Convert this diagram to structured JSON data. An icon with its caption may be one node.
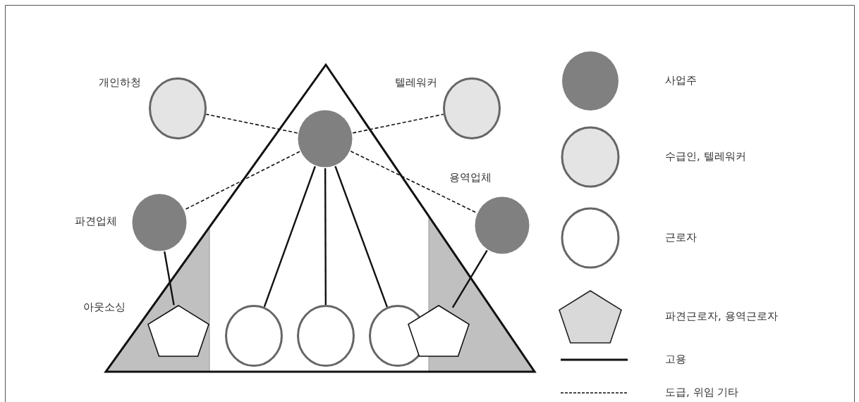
{
  "diagram": {
    "nodes": [
      {
        "text": [],
        "shape": "circle",
        "beside": [
          "개인하청"
        ]
      },
      {
        "text": [],
        "shape": "circle",
        "beside": [
          "텔레워커"
        ]
      },
      {
        "text": [],
        "shape": "circle"
      },
      {
        "text": [],
        "shape": "circle",
        "beside": [
          "파견업체"
        ]
      },
      {
        "text": [],
        "shape": "circle",
        "beside": [
          "용역업체"
        ]
      },
      {
        "text": [],
        "shape": "pentagon",
        "beside": [
          "아웃소싱"
        ]
      },
      {
        "text": [],
        "shape": "circle"
      },
      {
        "text": [],
        "shape": "circle"
      },
      {
        "text": [],
        "shape": "circle"
      },
      {
        "text": [],
        "shape": "pentagon"
      }
    ],
    "edges": [
      {
        "from": 2,
        "to": 0,
        "arrow": "none",
        "style": "dashed"
      },
      {
        "from": 2,
        "to": 1,
        "arrow": "none",
        "style": "dashed"
      },
      {
        "from": 2,
        "to": 3,
        "arrow": "none",
        "style": "dashed"
      },
      {
        "from": 2,
        "to": 4,
        "arrow": "none",
        "style": "dashed"
      },
      {
        "from": 2,
        "to": 6,
        "arrow": "none"
      },
      {
        "from": 2,
        "to": 7,
        "arrow": "none"
      },
      {
        "from": 2,
        "to": 8,
        "arrow": "none"
      },
      {
        "from": 3,
        "to": 5,
        "arrow": "none"
      },
      {
        "from": 4,
        "to": 9,
        "arrow": "none"
      }
    ],
    "legend": [
      {
        "text": "사업주",
        "color": "#808080"
      },
      {
        "text": "수급인, 텔레워커",
        "color": "#e4e4e4"
      },
      {
        "text": "근로자",
        "color": "#ffffff"
      },
      {
        "text": "파견근로자, 용역근로자",
        "color": "#d9d9d9"
      },
      {
        "text": "고용"
      },
      {
        "text": "도급, 위임 기타"
      }
    ]
  }
}
